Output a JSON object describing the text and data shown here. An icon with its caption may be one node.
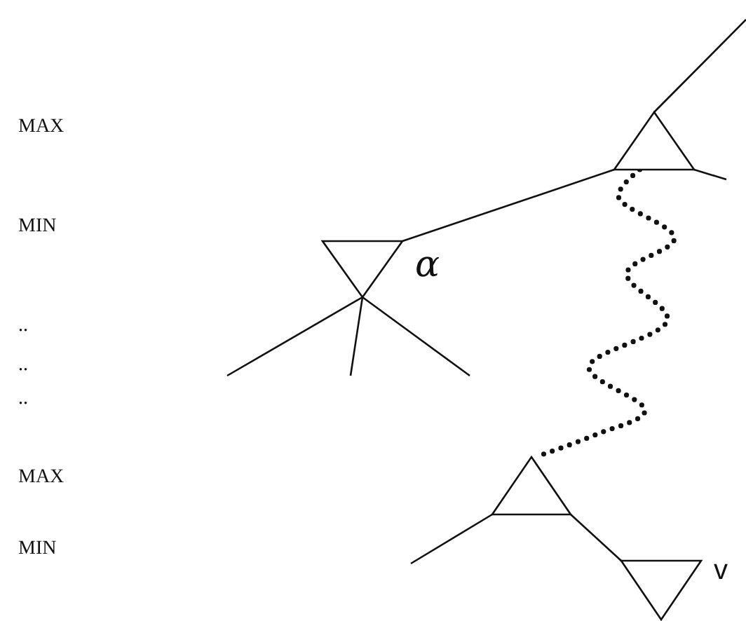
{
  "diagram": {
    "nodes": [
      {
        "text": [],
        "shape": "triangle"
      },
      {
        "text": [],
        "shape": "triangle",
        "beside": [
          "α"
        ]
      },
      {
        "text": [],
        "shape": "triangle"
      },
      {
        "text": [],
        "shape": "triangle",
        "beside": [
          "v"
        ]
      }
    ],
    "edges": [
      {
        "from": null,
        "to": 0,
        "arrow": "none"
      },
      {
        "from": 0,
        "to": null,
        "arrow": "none"
      },
      {
        "from": 0,
        "to": 1,
        "arrow": "none"
      },
      {
        "from": 0,
        "to": 2,
        "arrow": "none",
        "style": "dashed"
      },
      {
        "from": 1,
        "to": null,
        "arrow": "none"
      },
      {
        "from": 1,
        "to": null,
        "arrow": "none"
      },
      {
        "from": 1,
        "to": null,
        "arrow": "none"
      },
      {
        "from": 2,
        "to": null,
        "arrow": "none"
      },
      {
        "from": 2,
        "to": 3,
        "arrow": "none"
      }
    ],
    "labels": [
      "MAX",
      "MIN",
      "..",
      "..",
      "..",
      "MAX",
      "MIN"
    ]
  }
}
